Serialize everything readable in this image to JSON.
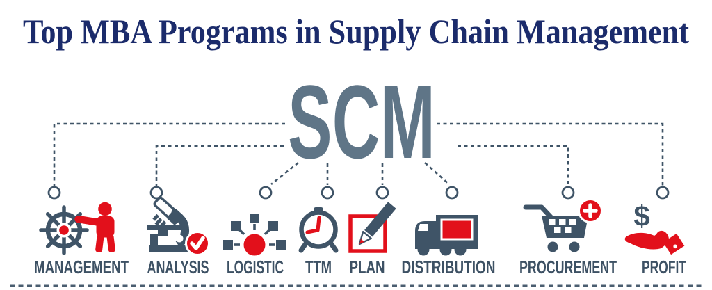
{
  "title": "Top MBA Programs in Supply Chain Management",
  "diagram": {
    "acronym": "SCM",
    "items": [
      {
        "label": "MANAGEMENT",
        "icon": "ship-wheel-and-person"
      },
      {
        "label": "ANALYSIS",
        "icon": "microscope-check"
      },
      {
        "label": "LOGISTIC",
        "icon": "hub-network"
      },
      {
        "label": "TTM",
        "icon": "alarm-clock"
      },
      {
        "label": "PLAN",
        "icon": "checkbox-pencil"
      },
      {
        "label": "DISTRIBUTION",
        "icon": "cargo-truck"
      },
      {
        "label": "PROCUREMENT",
        "icon": "shopping-cart-plus"
      },
      {
        "label": "PROFIT",
        "icon": "dollar-hand"
      }
    ],
    "currency_symbol": "$",
    "colors": {
      "title_navy": "#1b2b6b",
      "slate": "#3f5467",
      "scm_gray": "#5f7587",
      "accent_red": "#e2101b",
      "background": "#ffffff"
    }
  }
}
